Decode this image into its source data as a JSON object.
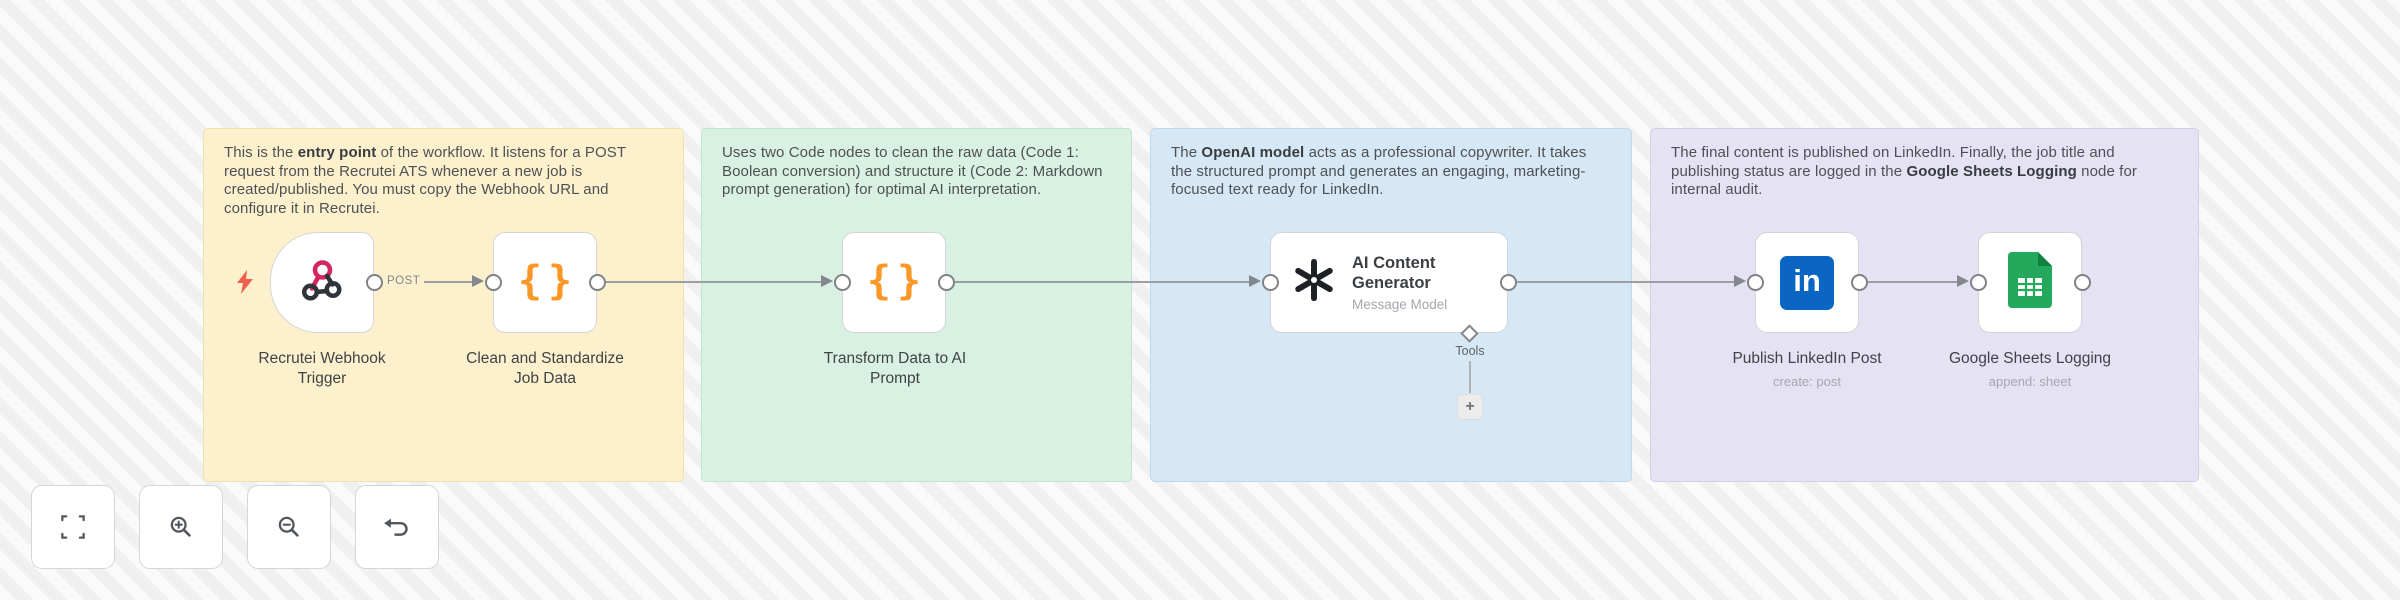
{
  "notes": [
    {
      "pre": "This is the ",
      "bold": "entry point",
      "post": " of the workflow. It listens for a POST request from the Recrutei ATS whenever a new job is created/published. You must copy the Webhook URL and configure it in Recrutei.",
      "bg": "#fdf1cd"
    },
    {
      "pre": "Uses two Code nodes to clean the raw data (Code 1: Boolean conversion) and structure it (Code 2: Markdown prompt generation) for optimal AI interpretation.",
      "bold": "",
      "post": "",
      "bg": "#d8f1e2"
    },
    {
      "pre": "The ",
      "bold": "OpenAI model",
      "post": " acts as a professional copywriter. It takes the structured prompt and generates an engaging, marketing-focused text ready for LinkedIn.",
      "bg": "#d6e7f5"
    },
    {
      "pre": "The final content is published on LinkedIn. Finally, the job title and publishing status are logged in the ",
      "bold": "Google Sheets Logging",
      "post": " node for internal audit.",
      "bg": "#e5e2f3"
    }
  ],
  "nodes": {
    "webhook": {
      "label": "Recrutei Webhook Trigger",
      "port_label": "POST"
    },
    "code1": {
      "label": "Clean and Standardize Job Data",
      "icon_glyph": "{}"
    },
    "code2": {
      "label": "Transform Data to AI Prompt",
      "icon_glyph": "{}"
    },
    "ai": {
      "title": "AI Content Generator",
      "subtitle": "Message Model",
      "tools_label": "Tools",
      "add_tool_label": "+"
    },
    "linkedin": {
      "label": "Publish LinkedIn Post",
      "subtitle": "create: post",
      "icon_text": "in"
    },
    "sheets": {
      "label": "Google Sheets Logging",
      "subtitle": "append: sheet"
    }
  },
  "colors": {
    "webhook_pink": "#d5265f",
    "code_orange": "#fa9827",
    "linkedin_blue": "#0a66c2",
    "sheets_green": "#23a85c",
    "trigger_bolt": "#f0614d",
    "connector_gray": "#9b9ea2"
  },
  "controls": [
    {
      "icon": "zoom-to-fit-icon"
    },
    {
      "icon": "zoom-in-icon"
    },
    {
      "icon": "zoom-out-icon"
    },
    {
      "icon": "undo-icon"
    }
  ]
}
